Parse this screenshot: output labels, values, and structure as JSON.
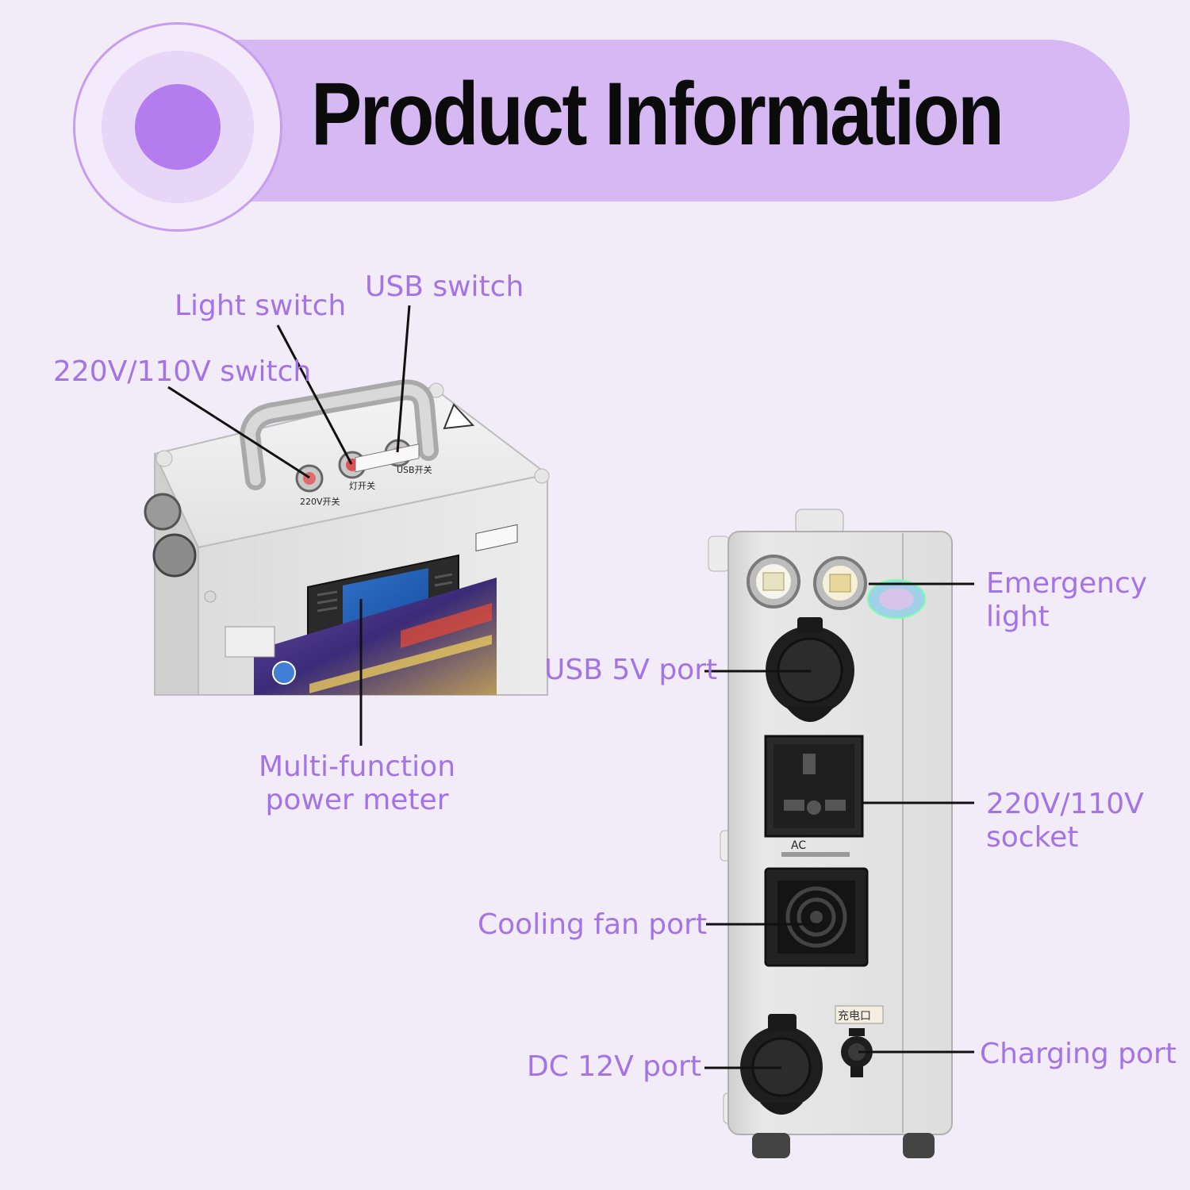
{
  "header": {
    "title": "Product Information"
  },
  "colors": {
    "page_bg": "#f2ecf8",
    "banner": "#d6b8f2",
    "badge_core": "#b37df0",
    "label_text": "#a473e6",
    "title_text": "#0b0b0b"
  },
  "top_view": {
    "labels": {
      "usb_switch": "USB switch",
      "light_switch": "Light switch",
      "voltage_switch": "220V/110V switch",
      "meter_line1": "Multi-function",
      "meter_line2": "power meter"
    },
    "device_text": {
      "switch_220": "220V开关",
      "switch_light": "灯开关",
      "switch_usb": "USB开关"
    }
  },
  "side_view": {
    "labels": {
      "emergency_line1": "Emergency",
      "emergency_line2": "light",
      "usb_port": "USB 5V port",
      "socket_line1": "220V/110V",
      "socket_line2": "socket",
      "fan": "Cooling fan port",
      "dc_port": "DC 12V port",
      "charging": "Charging port"
    },
    "device_text": {
      "ac": "AC",
      "charge": "充电口"
    }
  }
}
